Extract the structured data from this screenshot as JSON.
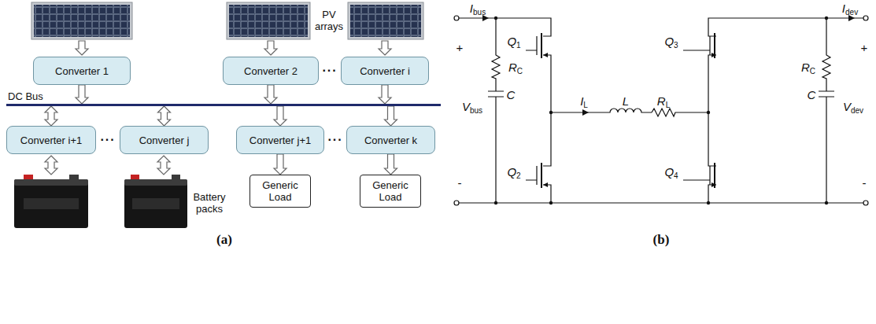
{
  "diagram": {
    "nodes": [
      {
        "text": [
          "Converter 1"
        ]
      },
      {
        "text": [
          "Converter 2"
        ]
      },
      {
        "text": [
          "Converter i"
        ]
      },
      {
        "text": [
          "DC Bus"
        ]
      },
      {
        "text": [
          "Converter i+1"
        ]
      },
      {
        "text": [
          "Converter j"
        ]
      },
      {
        "text": [
          "Converter j+1"
        ]
      },
      {
        "text": [
          "Converter k"
        ]
      },
      {
        "text": [
          "Generic Load"
        ]
      },
      {
        "text": [
          "Generic Load"
        ]
      }
    ],
    "edges": [
      {
        "from": 0,
        "to": 3,
        "arrow": "to"
      },
      {
        "from": 1,
        "to": 3,
        "arrow": "to"
      },
      {
        "from": 2,
        "to": 3,
        "arrow": "to"
      },
      {
        "from": 3,
        "to": 4,
        "arrow": "both"
      },
      {
        "from": 3,
        "to": 5,
        "arrow": "both"
      },
      {
        "from": 3,
        "to": 6,
        "arrow": "to"
      },
      {
        "from": 3,
        "to": 7,
        "arrow": "to"
      },
      {
        "from": 6,
        "to": 8,
        "arrow": "to"
      },
      {
        "from": 7,
        "to": 9,
        "arrow": "to"
      }
    ],
    "labels": [
      "PV arrays",
      "Battery packs",
      "(a)",
      "···",
      "···",
      "···",
      "Ibus",
      "+",
      "Vbus",
      "-",
      "RC",
      "C",
      "Q1",
      "Q2",
      "IL",
      "L",
      "RL",
      "Q3",
      "Q4",
      "Idev",
      "+",
      "RC",
      "C",
      "Vdev",
      "-",
      "(b)"
    ]
  }
}
